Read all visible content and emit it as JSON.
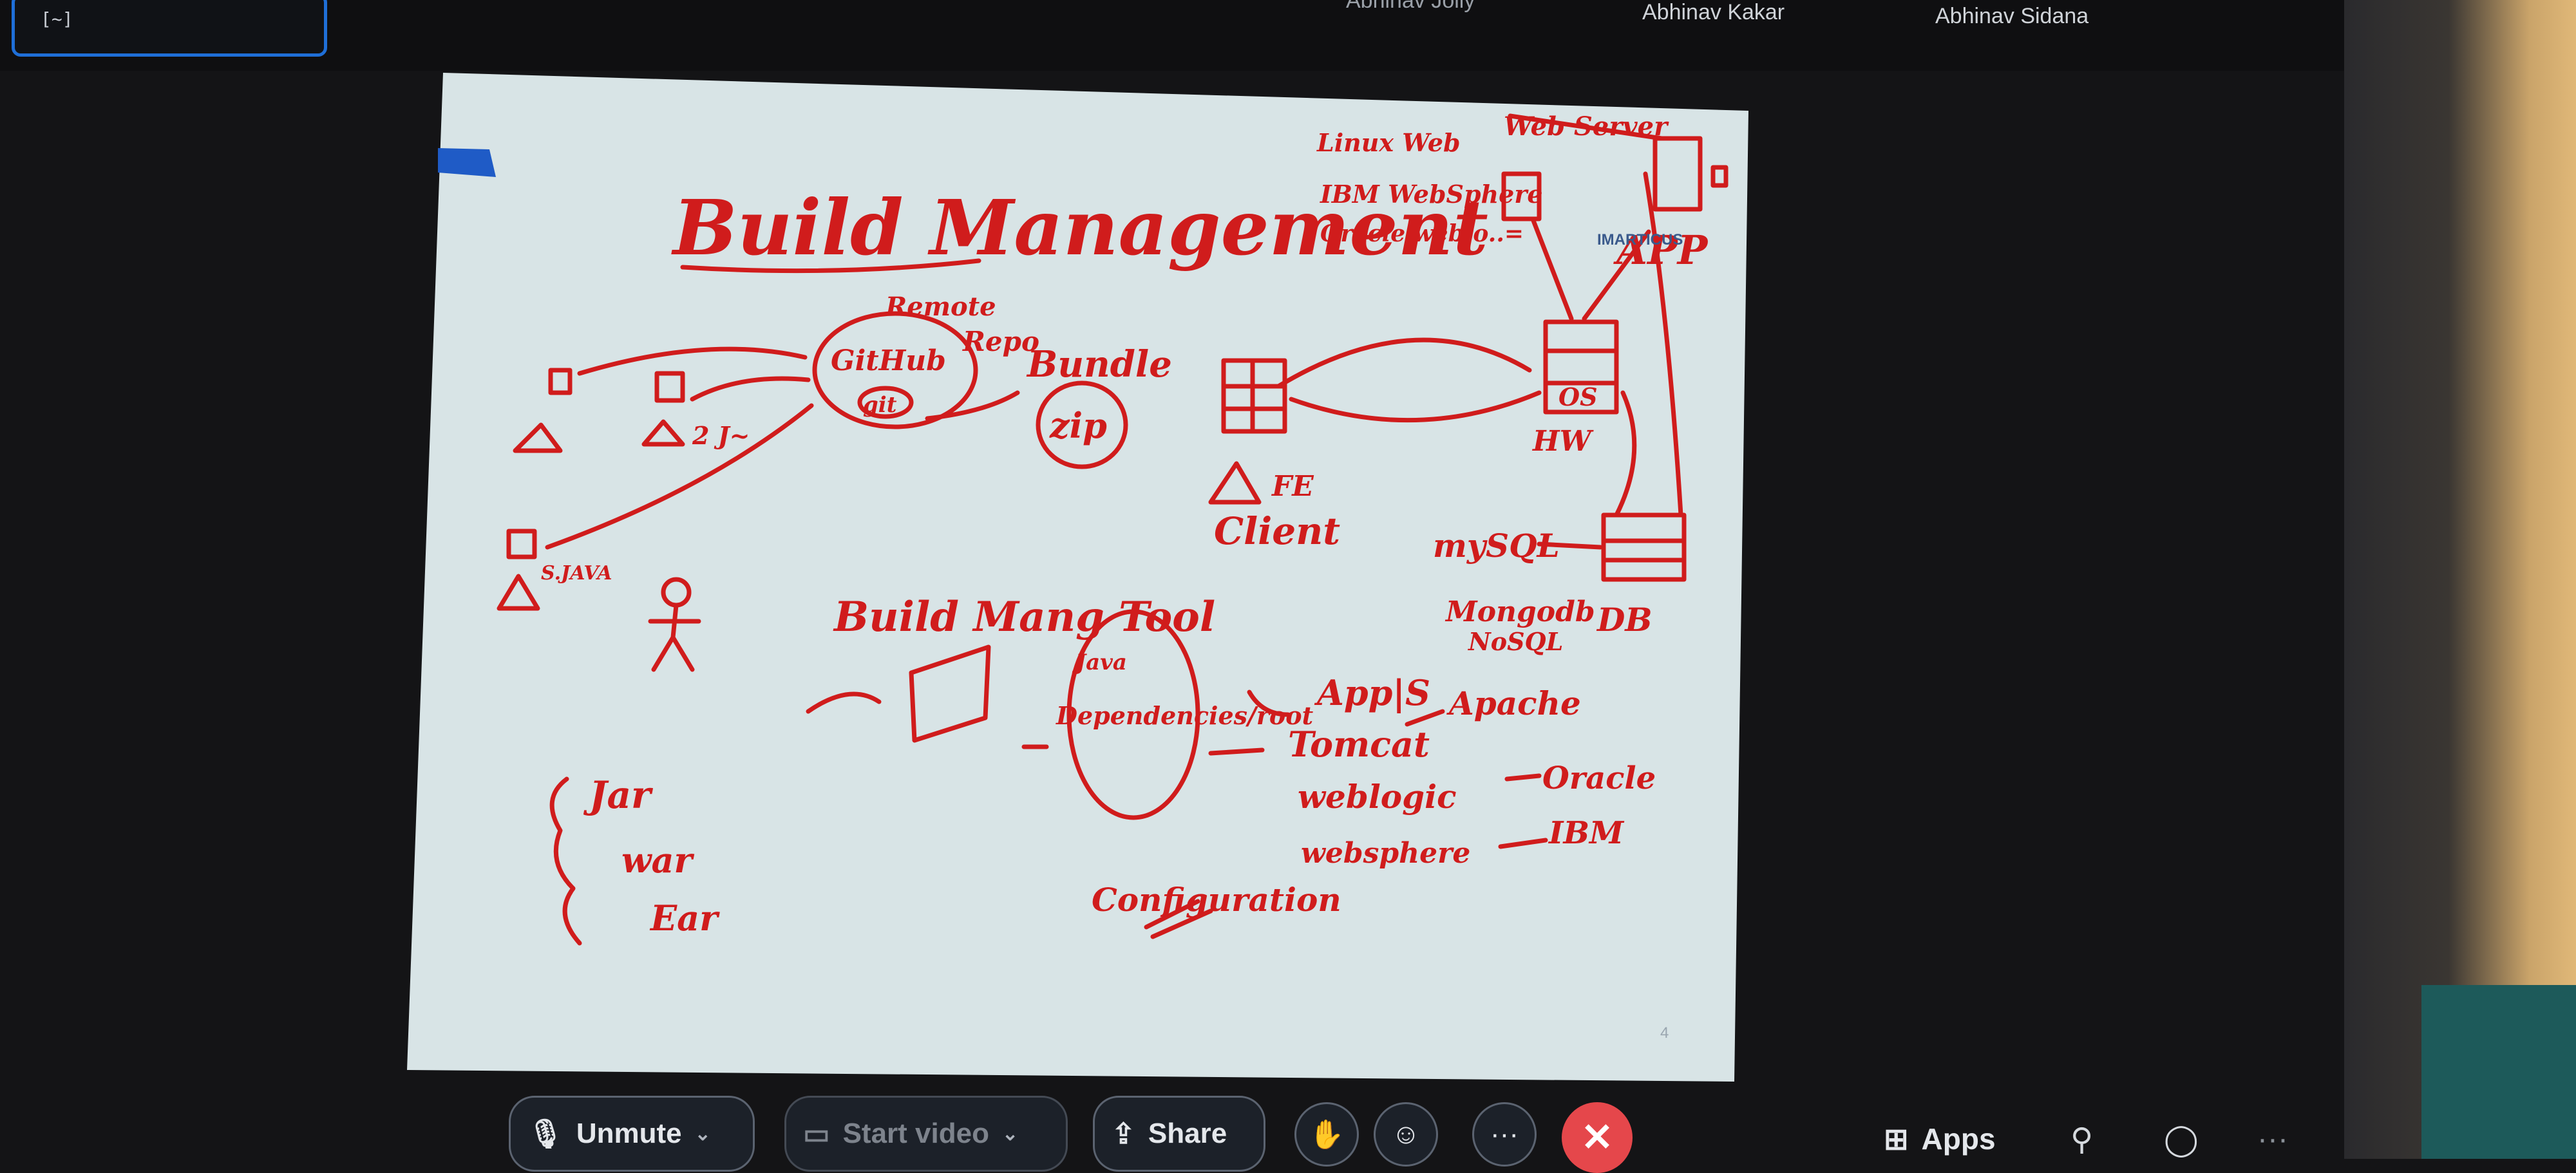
{
  "self_view": {
    "label": "[~]"
  },
  "participants": [
    {
      "name": "Abhinav Jolly"
    },
    {
      "name": "Abhinav Kakar"
    },
    {
      "name": "Abhinav Sidana"
    }
  ],
  "slide": {
    "title": "Build Management",
    "page_number": "4",
    "logo_text": "IMARTICUS",
    "labels": {
      "remote": "Remote",
      "github": "GitHub",
      "repo": "Repo",
      "git": "git",
      "bundle": "Bundle",
      "zip": "zip",
      "linux_web": "Linux Web",
      "ibm_websphere": "IBM WebSphere",
      "oracle_weblogic": "Oracle weblo..=",
      "web_server": "Web Server",
      "app": "APP",
      "os": "OS",
      "hw": "HW",
      "fe": "FE",
      "client": "Client",
      "mysql": "mySQL",
      "mongodb": "Mongodb",
      "nosql": "NoSQL",
      "db": "DB",
      "build_mgmt_tool": "Build Mang Tool",
      "s_java": "S.JAVA",
      "two_java": "2 J~",
      "java": "Java",
      "dependencies": "Dependencies/root",
      "app_server": "App|S",
      "tomcat": "Tomcat",
      "apache": "Apache",
      "weblogic": "weblogic",
      "oracle": "Oracle",
      "configuration": "Configuration",
      "websphere": "websphere",
      "ibm": "IBM",
      "jar": "Jar",
      "war": "war",
      "ear": "Ear"
    }
  },
  "toolbar": {
    "unmute": "Unmute",
    "start_video": "Start video",
    "share": "Share",
    "more": "···",
    "apps": "Apps"
  }
}
